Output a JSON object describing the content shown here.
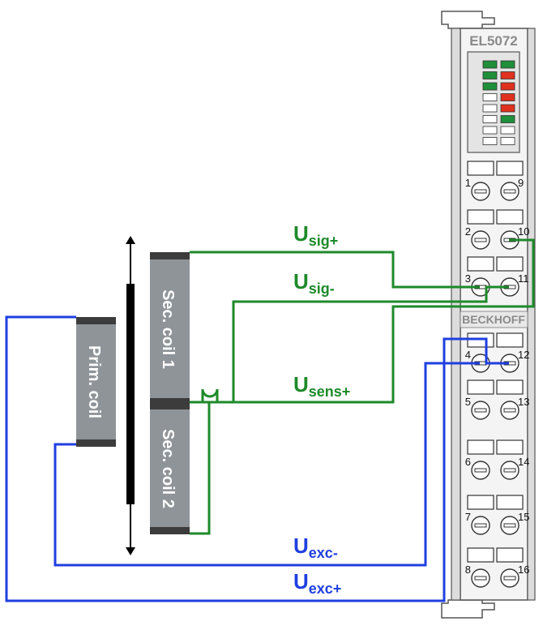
{
  "terminal": {
    "model": "EL5072",
    "brand": "BECKHOFF",
    "numbers": [
      "1",
      "2",
      "3",
      "4",
      "5",
      "6",
      "7",
      "8",
      "9",
      "10",
      "11",
      "12",
      "13",
      "14",
      "15",
      "16"
    ]
  },
  "coils": {
    "primary": "Prim. coil",
    "secondary1": "Sec. coil 1",
    "secondary2": "Sec. coil 2"
  },
  "signals": {
    "usig_plus": {
      "main": "U",
      "sub": "sig+"
    },
    "usig_minus": {
      "main": "U",
      "sub": "sig-"
    },
    "usens_plus": {
      "main": "U",
      "sub": "sens+"
    },
    "uexc_minus": {
      "main": "U",
      "sub": "exc-"
    },
    "uexc_plus": {
      "main": "U",
      "sub": "exc+"
    }
  },
  "leds": [
    [
      "#1f8f3a",
      "#1f8f3a"
    ],
    [
      "#1f8f3a",
      "#e0301e"
    ],
    [
      "#1f8f3a",
      "#e0301e"
    ],
    [
      "#ffffff",
      "#e0301e"
    ],
    [
      "#ffffff",
      "#e0301e"
    ],
    [
      "#ffffff",
      "#1f8f3a"
    ],
    [
      "#ffffff",
      "#ffffff"
    ],
    [
      "#ffffff",
      "#ffffff"
    ]
  ],
  "colors": {
    "green_wire": "#1e8a2a",
    "blue_wire": "#1f3fe0",
    "coil_body": "#8f9499",
    "coil_cap": "#3c3c3c",
    "core": "#000000",
    "terminal_outline": "#555555"
  }
}
